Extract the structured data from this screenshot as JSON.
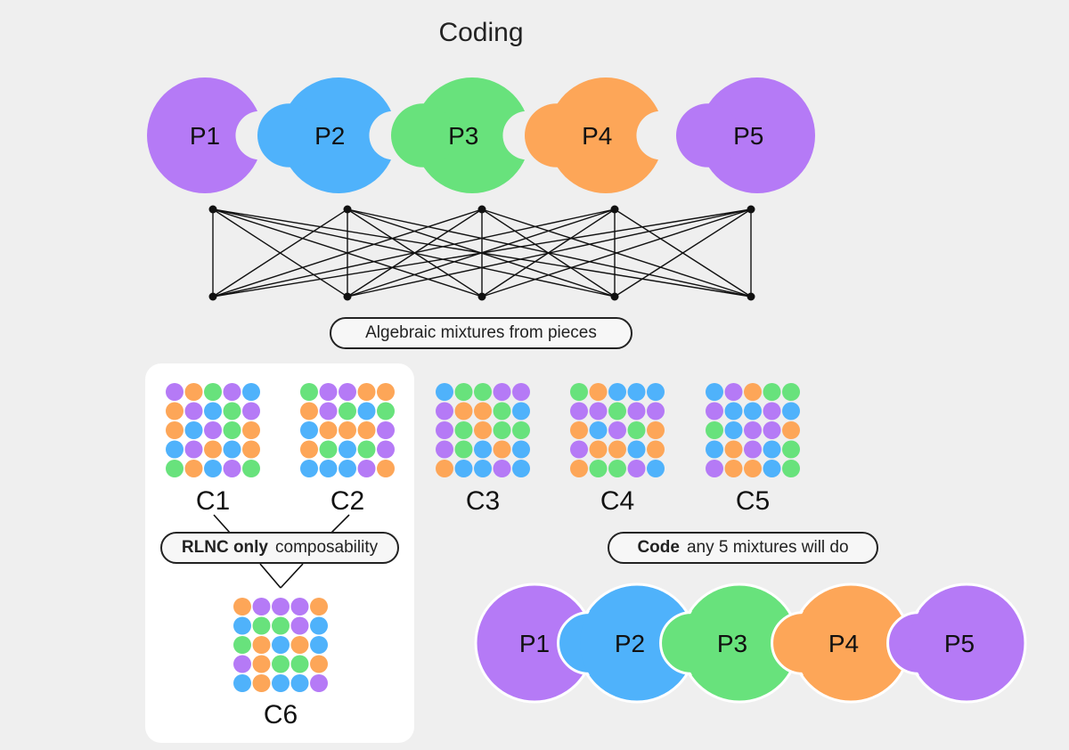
{
  "title": "Coding",
  "colors": {
    "purple": "#b57af6",
    "blue": "#4fb2fb",
    "green": "#68e27c",
    "orange": "#fda658",
    "line": "#111111"
  },
  "top_pieces": [
    {
      "label": "P1",
      "color": "purple"
    },
    {
      "label": "P2",
      "color": "blue"
    },
    {
      "label": "P3",
      "color": "green"
    },
    {
      "label": "P4",
      "color": "orange"
    },
    {
      "label": "P5",
      "color": "purple"
    }
  ],
  "mix_label": "Algebraic mixtures from pieces",
  "codes": [
    {
      "label": "C1",
      "grid": [
        [
          "purple",
          "orange",
          "green",
          "purple",
          "blue"
        ],
        [
          "orange",
          "purple",
          "blue",
          "green",
          "purple"
        ],
        [
          "orange",
          "blue",
          "purple",
          "green",
          "orange"
        ],
        [
          "blue",
          "purple",
          "orange",
          "blue",
          "orange"
        ],
        [
          "green",
          "orange",
          "blue",
          "purple",
          "green"
        ]
      ]
    },
    {
      "label": "C2",
      "grid": [
        [
          "green",
          "purple",
          "purple",
          "orange",
          "orange"
        ],
        [
          "orange",
          "purple",
          "green",
          "blue",
          "green"
        ],
        [
          "blue",
          "orange",
          "orange",
          "orange",
          "purple"
        ],
        [
          "orange",
          "green",
          "blue",
          "green",
          "purple"
        ],
        [
          "blue",
          "blue",
          "blue",
          "purple",
          "orange"
        ]
      ]
    },
    {
      "label": "C3",
      "grid": [
        [
          "blue",
          "green",
          "green",
          "purple",
          "purple"
        ],
        [
          "purple",
          "orange",
          "orange",
          "green",
          "blue"
        ],
        [
          "purple",
          "green",
          "orange",
          "green",
          "green"
        ],
        [
          "purple",
          "green",
          "blue",
          "orange",
          "blue"
        ],
        [
          "orange",
          "blue",
          "blue",
          "purple",
          "blue"
        ]
      ]
    },
    {
      "label": "C4",
      "grid": [
        [
          "green",
          "orange",
          "blue",
          "blue",
          "blue"
        ],
        [
          "purple",
          "purple",
          "green",
          "purple",
          "purple"
        ],
        [
          "orange",
          "blue",
          "purple",
          "green",
          "orange"
        ],
        [
          "purple",
          "orange",
          "orange",
          "blue",
          "orange"
        ],
        [
          "orange",
          "green",
          "green",
          "purple",
          "blue"
        ]
      ]
    },
    {
      "label": "C5",
      "grid": [
        [
          "blue",
          "purple",
          "orange",
          "green",
          "green"
        ],
        [
          "purple",
          "blue",
          "blue",
          "purple",
          "blue"
        ],
        [
          "green",
          "blue",
          "purple",
          "purple",
          "orange"
        ],
        [
          "blue",
          "orange",
          "purple",
          "blue",
          "green"
        ],
        [
          "purple",
          "orange",
          "orange",
          "blue",
          "green"
        ]
      ]
    },
    {
      "label": "C6",
      "grid": [
        [
          "orange",
          "purple",
          "purple",
          "purple",
          "orange"
        ],
        [
          "blue",
          "green",
          "green",
          "purple",
          "blue"
        ],
        [
          "green",
          "orange",
          "blue",
          "orange",
          "blue"
        ],
        [
          "purple",
          "orange",
          "green",
          "green",
          "orange"
        ],
        [
          "blue",
          "orange",
          "blue",
          "blue",
          "purple"
        ]
      ]
    }
  ],
  "rlnc": {
    "bold": "RLNC only",
    "text": "composability"
  },
  "code_pill": {
    "bold": "Code",
    "text": "any 5 mixtures will do"
  },
  "bottom_pieces": [
    {
      "label": "P1",
      "color": "purple"
    },
    {
      "label": "P2",
      "color": "blue"
    },
    {
      "label": "P3",
      "color": "green"
    },
    {
      "label": "P4",
      "color": "orange"
    },
    {
      "label": "P5",
      "color": "purple"
    }
  ]
}
